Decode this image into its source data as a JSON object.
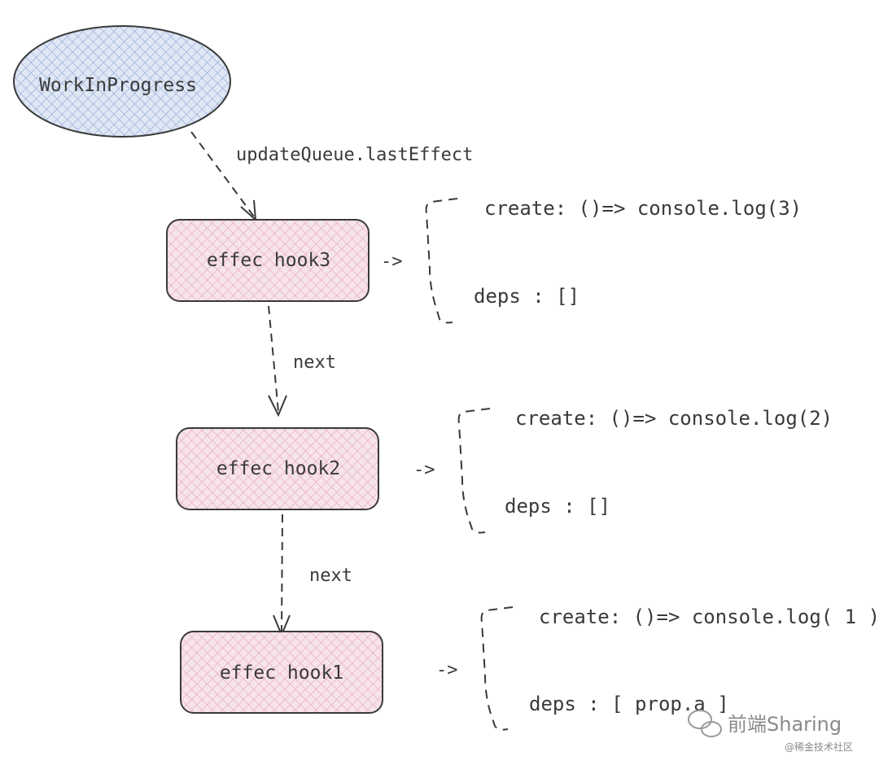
{
  "root_node": {
    "label": "WorkInProgress"
  },
  "root_edge_label": "updateQueue.lastEffect",
  "hooks": [
    {
      "label": "effec hook3",
      "create": "create: ()=> console.log(3)",
      "deps": "deps : []"
    },
    {
      "label": "effec hook2",
      "create": "create: ()=> console.log(2)",
      "deps": "deps : []"
    },
    {
      "label": "effec hook1",
      "create": "create: ()=> console.log( 1 )",
      "deps": "deps : [ prop.a ]"
    }
  ],
  "next_labels": [
    "next",
    "next"
  ],
  "arrow_text": "->",
  "watermark": {
    "brand": "前端Sharing",
    "sub": "@稀金技术社区"
  },
  "colors": {
    "root_fill": "#c9d6ee",
    "hook_fill": "#f3d6de",
    "stroke": "#3a3a3a",
    "hatch_root": "#8ea6d4",
    "hatch_hook": "#e3a3b4"
  }
}
